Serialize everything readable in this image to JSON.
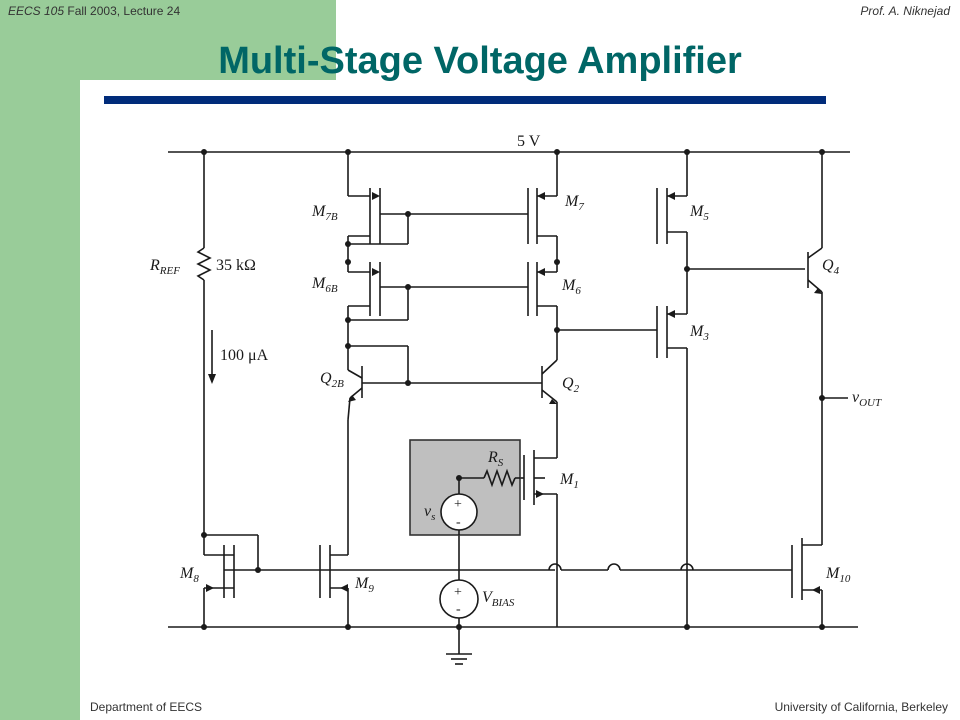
{
  "header": {
    "course": "EECS 105",
    "term_lecture": "Fall 2003, Lecture 24",
    "author": "Prof. A. Niknejad"
  },
  "title": "Multi-Stage Voltage Amplifier",
  "footer": {
    "department": "Department of EECS",
    "university": "University of California, Berkeley"
  },
  "circuit": {
    "supply_label": "5 V",
    "r_ref": {
      "name": "R",
      "sub": "REF",
      "value": "35 kΩ"
    },
    "i_ref": "100 μA",
    "r_s": {
      "name": "R",
      "sub": "S"
    },
    "v_s": {
      "name": "v",
      "sub": "s"
    },
    "v_bias": {
      "name": "V",
      "sub": "BIAS"
    },
    "v_out": {
      "name": "v",
      "sub": "OUT"
    },
    "transistors": [
      {
        "id": "m7b",
        "name": "M",
        "sub": "7B"
      },
      {
        "id": "m6b",
        "name": "M",
        "sub": "6B"
      },
      {
        "id": "q2b",
        "name": "Q",
        "sub": "2B"
      },
      {
        "id": "m7",
        "name": "M",
        "sub": "7"
      },
      {
        "id": "m6",
        "name": "M",
        "sub": "6"
      },
      {
        "id": "q2",
        "name": "Q",
        "sub": "2"
      },
      {
        "id": "m1",
        "name": "M",
        "sub": "1"
      },
      {
        "id": "m5",
        "name": "M",
        "sub": "5"
      },
      {
        "id": "m3",
        "name": "M",
        "sub": "3"
      },
      {
        "id": "q4",
        "name": "Q",
        "sub": "4"
      },
      {
        "id": "m8",
        "name": "M",
        "sub": "8"
      },
      {
        "id": "m9",
        "name": "M",
        "sub": "9"
      },
      {
        "id": "m10",
        "name": "M",
        "sub": "10"
      }
    ],
    "plus_sign": "+",
    "minus_sign": "-"
  }
}
